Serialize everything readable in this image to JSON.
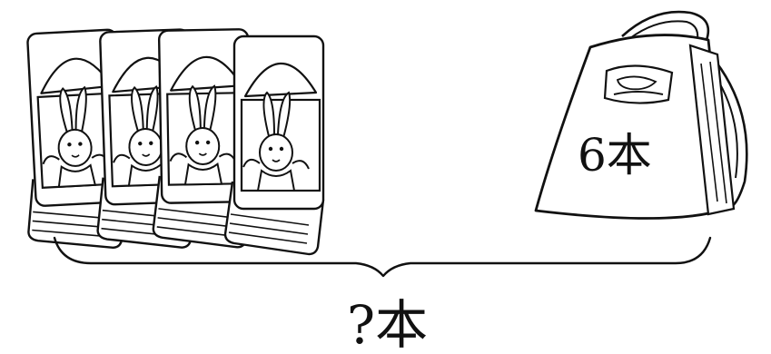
{
  "bag": {
    "label": "6本"
  },
  "question": {
    "label": "?本"
  },
  "books": {
    "count": 4
  },
  "colors": {
    "line": "#111111",
    "paper": "#ffffff",
    "tint": "#f4f4f4"
  }
}
